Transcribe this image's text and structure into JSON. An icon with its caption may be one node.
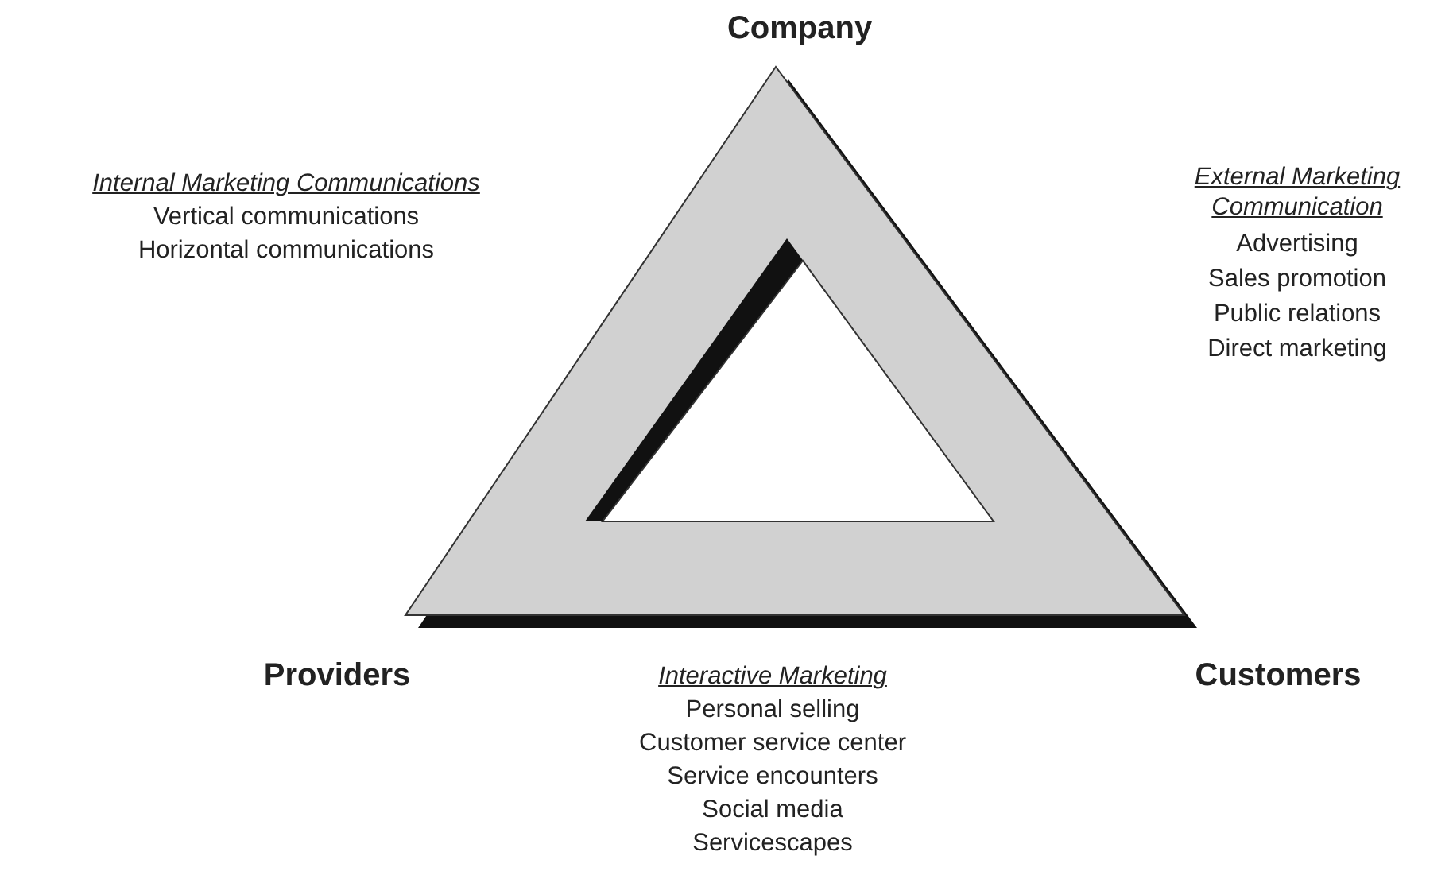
{
  "diagram": {
    "labels": [
      "Company",
      "Internal Marketing Communications",
      "Vertical communications",
      "Horizontal communications",
      "External Marketing Communication",
      "Advertising",
      "Sales promotion",
      "Public relations",
      "Direct marketing",
      "Providers",
      "Customers",
      "Interactive Marketing",
      "Personal selling",
      "Customer service center",
      "Service encounters",
      "Social media",
      "Servicescapes"
    ]
  }
}
